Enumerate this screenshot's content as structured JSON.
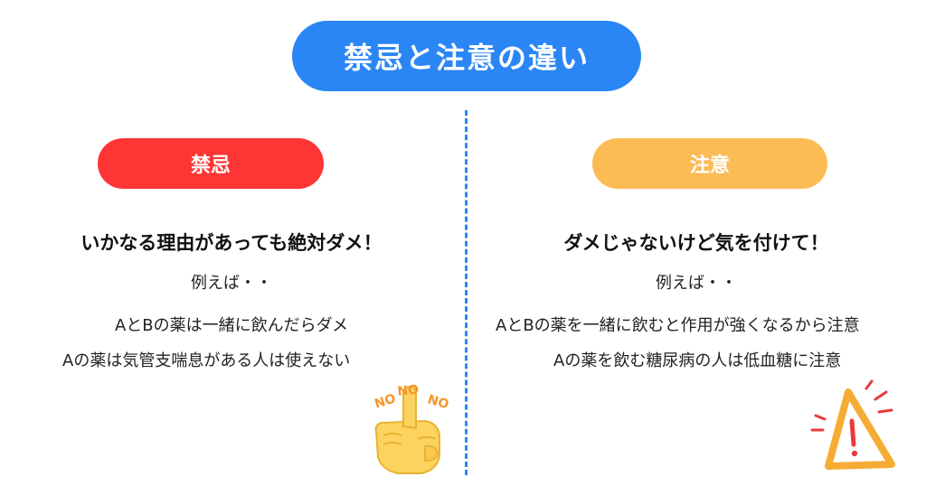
{
  "title": "禁忌と注意の違い",
  "left": {
    "label": "禁忌",
    "heading": "いかなる理由があっても絶対ダメ！",
    "example_intro": "例えば・・",
    "examples": [
      "AとBの薬は一緒に飲んだらダメ",
      "Aの薬は気管支喘息がある人は使えない"
    ],
    "icon_text": [
      "NO",
      "NO",
      "NO"
    ]
  },
  "right": {
    "label": "注意",
    "heading": "ダメじゃないけど気を付けて！",
    "example_intro": "例えば・・",
    "examples": [
      "AとBの薬を一緒に飲むと作用が強くなるから注意",
      "Aの薬を飲む糖尿病の人は低血糖に注意"
    ]
  },
  "colors": {
    "title": "#2b86f5",
    "contraindication": "#fd3535",
    "caution": "#fbbb55",
    "divider": "#2b86f5"
  },
  "icons": {
    "left": "finger-no-icon",
    "right": "warning-icon"
  }
}
